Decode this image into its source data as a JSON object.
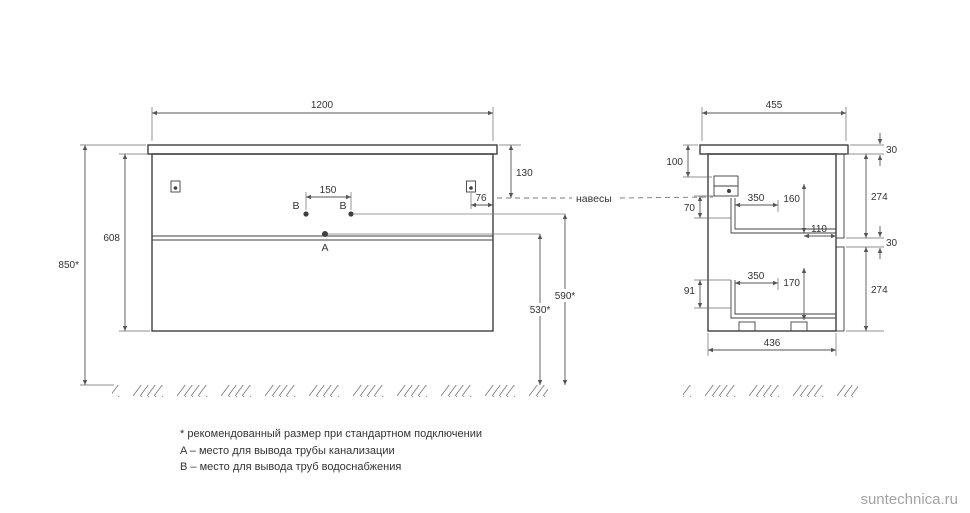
{
  "front_view": {
    "dims": {
      "width": "1200",
      "overall_height": "850*",
      "cabinet_height": "608",
      "top_to_hangers": "130",
      "hanger_inset": "76",
      "supply_spacing": "150",
      "drain_height": "530*",
      "supply_height": "590*"
    },
    "labels": {
      "hangers": "навесы",
      "point_a": "A",
      "point_b": "B"
    }
  },
  "side_view": {
    "dims": {
      "depth": "455",
      "countertop_thickness": "30",
      "hangers_top_offset": "100",
      "hangers_clearance": "70",
      "top_drawer_depth": "350",
      "top_drawer_height": "160",
      "top_front_height": "274",
      "back_clearance": "110",
      "front_gap": "30",
      "bottom_drawer_depth": "350",
      "bottom_clearance": "91",
      "bottom_drawer_height": "170",
      "bottom_front_height": "274",
      "body_depth": "436"
    }
  },
  "notes": {
    "recommended": "* рекомендованный размер при стандартном подключении",
    "point_a": "A – место для вывода трубы канализации",
    "point_b": "B – место для вывода труб водоснабжения"
  },
  "watermark": "suntechnica.ru"
}
